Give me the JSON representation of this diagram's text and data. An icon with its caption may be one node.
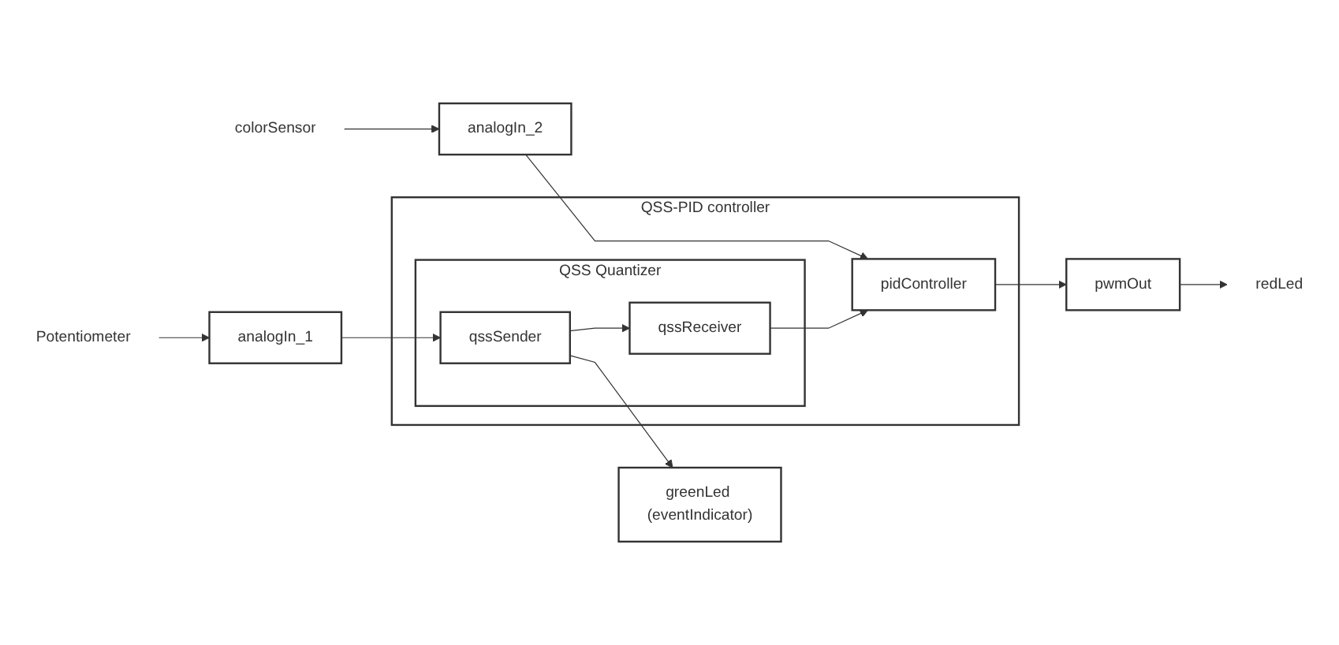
{
  "diagram": {
    "nodes": [
      {
        "text": [
          "QSS-PID controller"
        ]
      },
      {
        "text": [
          "QSS Quantizer"
        ],
        "in": 0
      },
      {
        "text": [
          "analogIn_1"
        ]
      },
      {
        "text": [
          "qssSender"
        ],
        "in": 1
      },
      {
        "text": [
          "qssReceiver"
        ],
        "in": 1
      },
      {
        "text": [
          "pidController"
        ],
        "in": 0
      },
      {
        "text": [
          "pwmOut"
        ]
      },
      {
        "text": [
          "Potentiometer"
        ]
      },
      {
        "text": [
          "greenLed (eventIndicator)"
        ]
      },
      {
        "text": [
          "redLed"
        ]
      },
      {
        "text": [
          "analogIn_2"
        ]
      },
      {
        "text": [
          "colorSensor"
        ]
      }
    ],
    "edges": [
      {
        "from": 2,
        "to": 3,
        "arrow": "to"
      },
      {
        "from": 3,
        "to": 4,
        "arrow": "to"
      },
      {
        "from": 4,
        "to": 5,
        "arrow": "to"
      },
      {
        "from": 5,
        "to": 6,
        "arrow": "to"
      },
      {
        "from": 3,
        "to": 8,
        "arrow": "to"
      },
      {
        "from": 10,
        "to": 5,
        "arrow": "to"
      },
      {
        "from": 6,
        "to": 9,
        "arrow": "to"
      },
      {
        "from": 11,
        "to": 10,
        "arrow": "to"
      },
      {
        "from": 7,
        "to": 2,
        "arrow": "to"
      }
    ]
  }
}
